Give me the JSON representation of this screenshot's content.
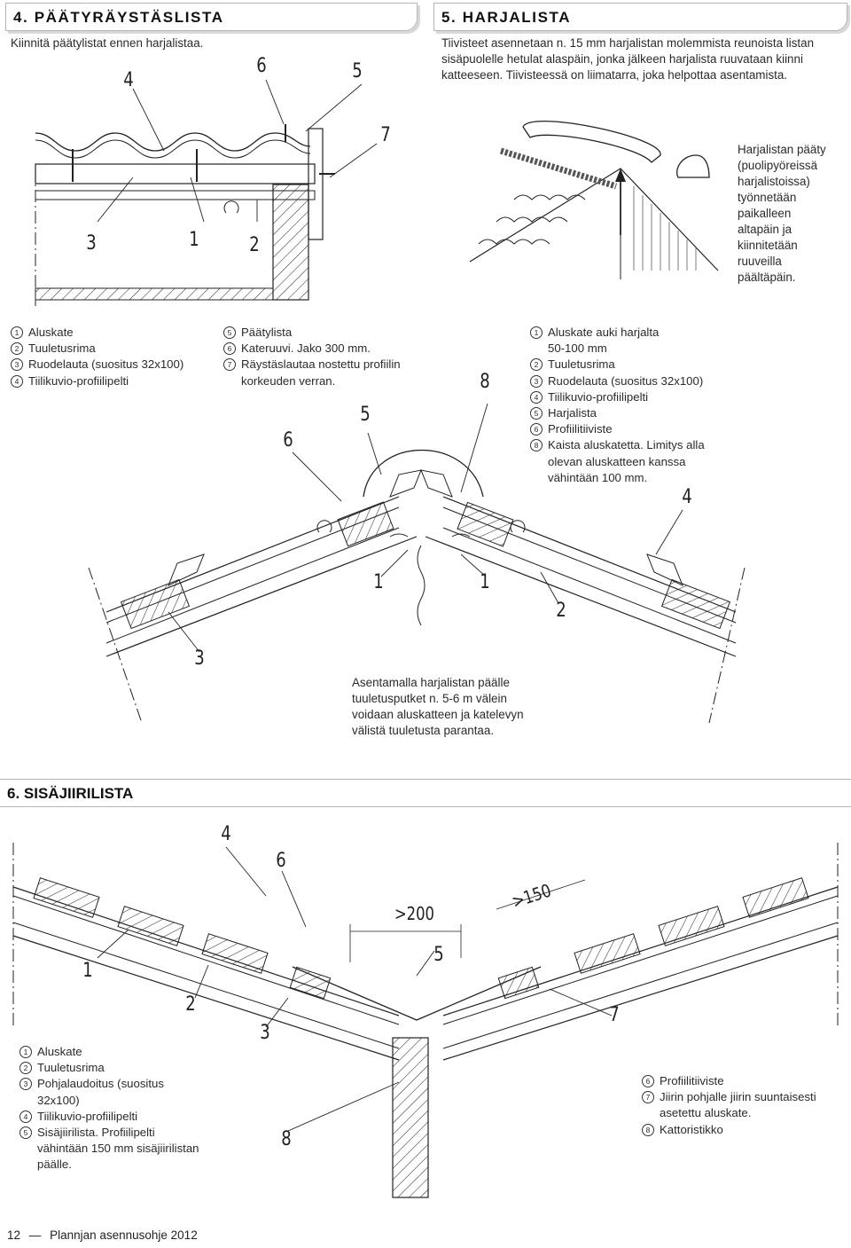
{
  "sec4": {
    "title": "4. PÄÄTYRÄYSTÄSLISTA",
    "intro": "Kiinnitä päätylistat ennen harjalistaa.",
    "callouts": [
      "4",
      "6",
      "5",
      "7",
      "3",
      "1",
      "2"
    ],
    "legend_left": [
      {
        "n": "1",
        "text": "Aluskate"
      },
      {
        "n": "2",
        "text": "Tuuletusrima"
      },
      {
        "n": "3",
        "text": "Ruodelauta (suositus 32x100)"
      },
      {
        "n": "4",
        "text": "Tiilikuvio-profiilipelti"
      }
    ],
    "legend_right": [
      {
        "n": "5",
        "text": "Päätylista"
      },
      {
        "n": "6",
        "text": "Kateruuvi. Jako 300 mm."
      },
      {
        "n": "7",
        "text": "Räystäslautaa nostettu profiilin"
      },
      {
        "n": "",
        "text": "korkeuden verran."
      }
    ]
  },
  "sec5": {
    "title": "5. HARJALISTA",
    "intro_lines": [
      "Tiivisteet asennetaan n. 15 mm harjalistan molemmista reunoista listan",
      "sisäpuolelle hetulat alaspäin, jonka jälkeen harjalista ruuvataan kiinni",
      "katteeseen. Tiivisteessä on liimatarra, joka helpottaa asentamista."
    ],
    "side_note_lines": [
      "Harjalistan pääty",
      "(puolipyöreissä",
      "harjalistoissa)",
      "työnnetään",
      "paikalleen",
      "altapäin ja",
      "kiinnitetään",
      "ruuveilla",
      "päältäpäin."
    ],
    "legend": [
      {
        "n": "1",
        "text": "Aluskate auki harjalta"
      },
      {
        "n": "",
        "text": "50-100 mm"
      },
      {
        "n": "2",
        "text": "Tuuletusrima"
      },
      {
        "n": "3",
        "text": "Ruodelauta (suositus 32x100)"
      },
      {
        "n": "4",
        "text": "Tiilikuvio-profiilipelti"
      },
      {
        "n": "5",
        "text": "Harjalista"
      },
      {
        "n": "6",
        "text": "Profiilitiiviste"
      },
      {
        "n": "8",
        "text": "Kaista aluskatetta. Limitys alla"
      },
      {
        "n": "",
        "text": "olevan aluskatteen kanssa"
      },
      {
        "n": "",
        "text": "vähintään 100 mm."
      }
    ],
    "callouts": [
      "8",
      "5",
      "6",
      "4",
      "1",
      "1",
      "2",
      "3"
    ],
    "caption_lines": [
      "Asentamalla harjalistan päälle",
      "tuuletusputket n. 5-6 m välein",
      "voidaan aluskatteen ja katelevyn",
      "välistä tuuletusta parantaa."
    ]
  },
  "sec6": {
    "title": "6. SISÄJIIRILISTA",
    "callouts": [
      "4",
      "6",
      "5",
      "1",
      "2",
      "3",
      "7",
      "8"
    ],
    "dims": [
      ">200",
      ">150"
    ],
    "legend_left": [
      {
        "n": "1",
        "text": "Aluskate"
      },
      {
        "n": "2",
        "text": "Tuuletusrima"
      },
      {
        "n": "3",
        "text": "Pohjalaudoitus (suositus"
      },
      {
        "n": "",
        "text": "32x100)"
      },
      {
        "n": "4",
        "text": "Tiilikuvio-profiilipelti"
      },
      {
        "n": "5",
        "text": "Sisäjiirilista. Profiilipelti"
      },
      {
        "n": "",
        "text": "vähintään 150 mm sisäjiirilistan"
      },
      {
        "n": "",
        "text": "päälle."
      }
    ],
    "legend_right": [
      {
        "n": "6",
        "text": "Profiilitiiviste"
      },
      {
        "n": "7",
        "text": "Jiirin pohjalle jiirin suuntaisesti"
      },
      {
        "n": "",
        "text": "asetettu aluskate."
      },
      {
        "n": "8",
        "text": "Kattoristikko"
      }
    ]
  },
  "footer": {
    "page": "12",
    "dash": "—",
    "title": "Plannjan asennusohje 2012"
  }
}
